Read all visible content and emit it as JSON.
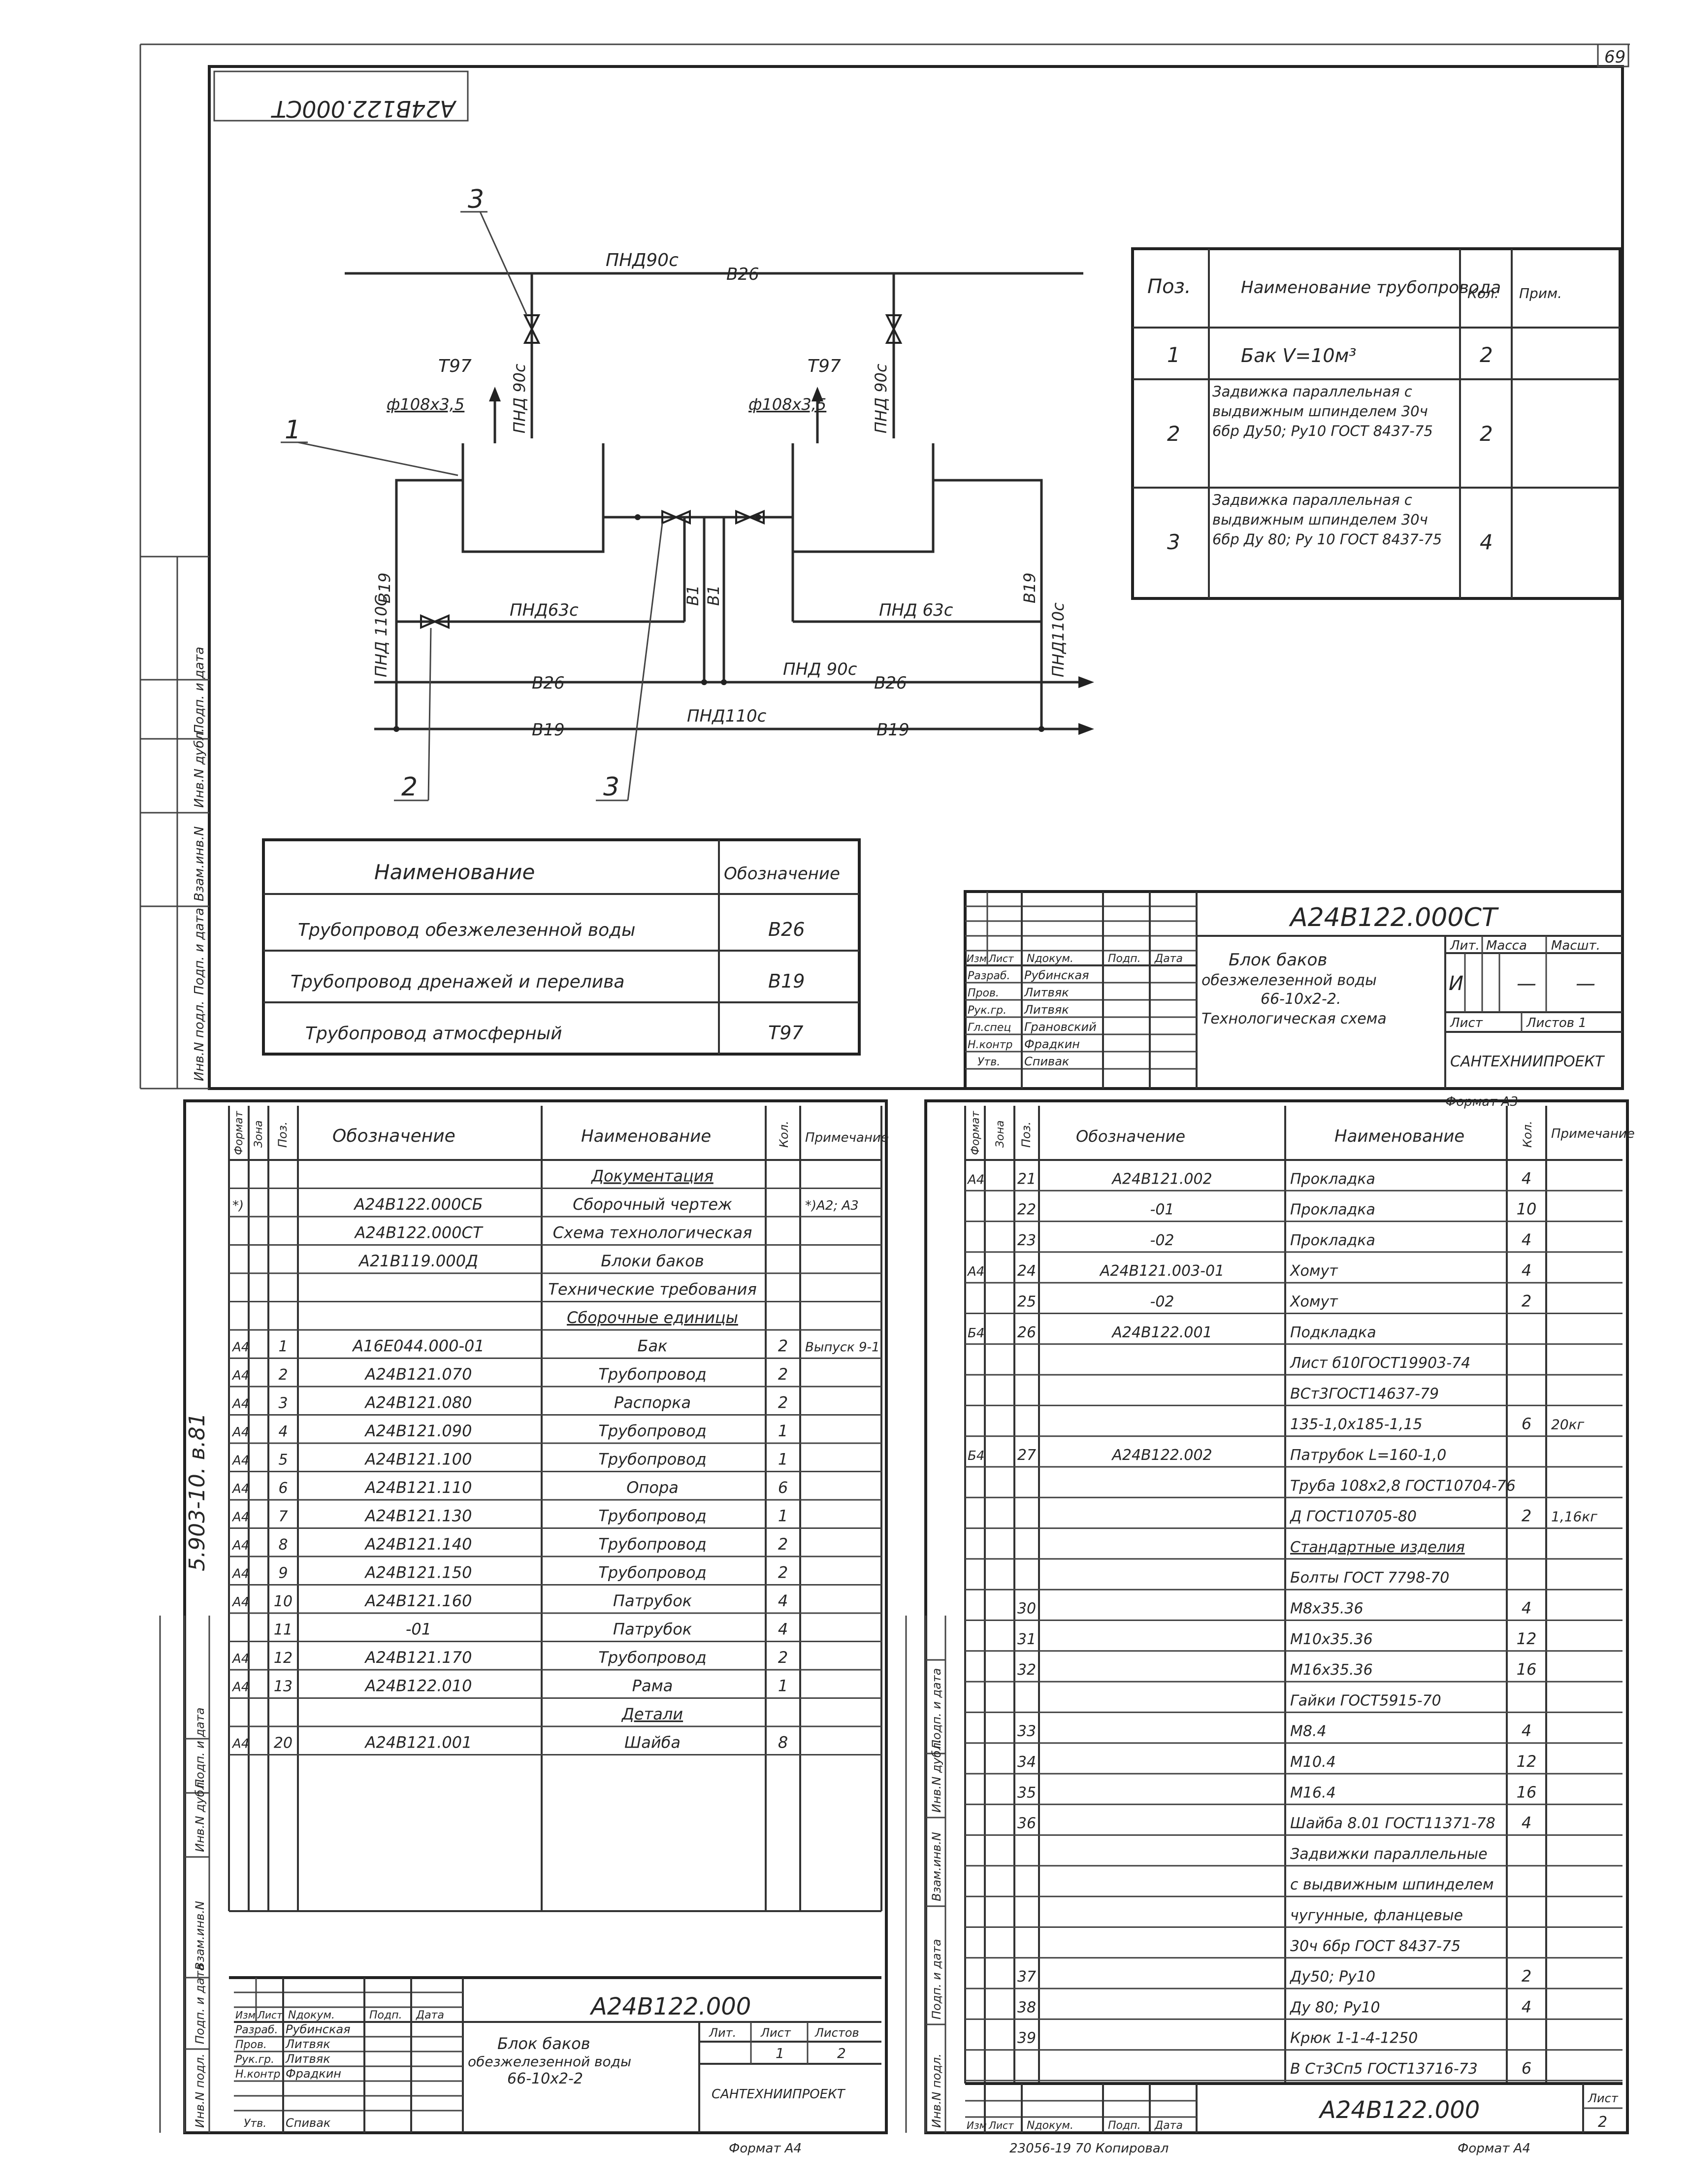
{
  "page_number": "69",
  "stamp_top": "А24В122.000СТ",
  "side_number": "5.903-10.  в.81",
  "side_labels": {
    "top": [
      "Инв.N подл.",
      "Подп. и дата",
      "Взам.инв.N",
      "Инв.N дубл.",
      "Подп. и дата"
    ],
    "bottom_left": [
      "Инв.N подл.",
      "Подп. и дата",
      "Взам.инв.N",
      "Инв.N дубл.",
      "Подп. и дата"
    ],
    "bottom_right": [
      "Инв.N подл.",
      "Подп. и дата",
      "Взам.инв.N",
      "Инв.N дубл.",
      "Подп. и дата"
    ]
  },
  "scheme": {
    "callouts": {
      "c1": "1",
      "c2": "2",
      "c3a": "3",
      "c3b": "3"
    },
    "labels": {
      "top_pipe": "ПНД90с",
      "top_code": "В26",
      "t97_left": "Т97",
      "t97_right": "Т97",
      "dia_left": "ф108х3,5",
      "dia_right": "ф108х3,5",
      "pnd90_left": "ПНД 90с",
      "pnd90_right": "ПНД 90с",
      "b19_left": "В19",
      "b19_right": "В19",
      "pnd110_left": "ПНД 110С",
      "pnd110_right": "ПНД110с",
      "pnd63_left": "ПНД63с",
      "pnd63_right": "ПНД 63с",
      "b1_left": "В1",
      "b1_right": "В1",
      "mid_b26_left": "В26",
      "mid_pnd90": "ПНД 90с",
      "mid_b26_right": "В26",
      "bot_b19_left": "В19",
      "bot_pnd110": "ПНД110с",
      "bot_b19_right": "В19"
    }
  },
  "spec_table": {
    "headers": {
      "pos": "Поз.",
      "name": "Наименование трубопровода",
      "qty": "Кол.",
      "note": "Прим."
    },
    "rows": [
      {
        "pos": "1",
        "name": "Бак V=10м³",
        "qty": "2",
        "note": ""
      },
      {
        "pos": "2",
        "name": "Задвижка параллельная с выдвижным шпинделем 30ч 6бр Ду50; Ру10 ГОСТ 8437-75",
        "qty": "2",
        "note": ""
      },
      {
        "pos": "3",
        "name": "Задвижка параллельная с выдвижным шпинделем 30ч 6бр Ду 80; Ру 10 ГОСТ 8437-75",
        "qty": "4",
        "note": ""
      }
    ]
  },
  "legend_table": {
    "headers": {
      "name": "Наименование",
      "code": "Обозначение"
    },
    "rows": [
      {
        "name": "Трубопровод обезжелезенной воды",
        "code": "В26"
      },
      {
        "name": "Трубопровод дренажей и перелива",
        "code": "В19"
      },
      {
        "name": "Трубопровод атмосферный",
        "code": "Т97"
      }
    ]
  },
  "title_block_top": {
    "doc": "А24В122.000СТ",
    "title_lines": [
      "Блок баков",
      "обезжелезенной воды",
      "66-10х2-2.",
      "Технологическая схема"
    ],
    "col_heads": [
      "Изм",
      "Лист",
      "Nдокум.",
      "Подп.",
      "Дата"
    ],
    "roles": [
      {
        "role": "Разраб.",
        "name": "Рубинская"
      },
      {
        "role": "Пров.",
        "name": "Литвяк"
      },
      {
        "role": "Рук.гр.",
        "name": "Литвяк"
      },
      {
        "role": "Гл.спец",
        "name": "Грановский"
      },
      {
        "role": "Н.контр",
        "name": "Фрадкин"
      },
      {
        "role": "Утв.",
        "name": "Спивак"
      }
    ],
    "lit": "Лит.",
    "massa": "Масса",
    "masshtab": "Масшт.",
    "lit_val": "И",
    "massa_val": "—",
    "masshtab_val": "—",
    "sheet": "Лист",
    "sheets": "Листов 1",
    "org": "САНТЕХНИИПРОЕКТ",
    "format": "Формат А3"
  },
  "left_spec": {
    "headers": {
      "format": "Формат",
      "zone": "Зона",
      "pos": "Поз.",
      "designation": "Обозначение",
      "name": "Наименование",
      "qty": "Кол.",
      "note": "Примечание"
    },
    "rows": [
      {
        "f": "",
        "p": "",
        "d": "",
        "n": "Документация",
        "q": "",
        "r": "",
        "underline": true
      },
      {
        "f": "*)",
        "p": "",
        "d": "А24В122.000СБ",
        "n": "Сборочный чертеж",
        "q": "",
        "r": "*)А2; А3"
      },
      {
        "f": "",
        "p": "",
        "d": "А24В122.000СТ",
        "n": "Схема технологическая",
        "q": "",
        "r": ""
      },
      {
        "f": "",
        "p": "",
        "d": "А21В119.000Д",
        "n": "Блоки баков",
        "q": "",
        "r": ""
      },
      {
        "f": "",
        "p": "",
        "d": "",
        "n": "Технические требования",
        "q": "",
        "r": ""
      },
      {
        "f": "",
        "p": "",
        "d": "",
        "n": "Сборочные единицы",
        "q": "",
        "r": "",
        "underline": true
      },
      {
        "f": "А4",
        "p": "1",
        "d": "А16Е044.000-01",
        "n": "Бак",
        "q": "2",
        "r": "Выпуск 9-1"
      },
      {
        "f": "А4",
        "p": "2",
        "d": "А24В121.070",
        "n": "Трубопровод",
        "q": "2",
        "r": ""
      },
      {
        "f": "А4",
        "p": "3",
        "d": "А24В121.080",
        "n": "Распорка",
        "q": "2",
        "r": ""
      },
      {
        "f": "А4",
        "p": "4",
        "d": "А24В121.090",
        "n": "Трубопровод",
        "q": "1",
        "r": ""
      },
      {
        "f": "А4",
        "p": "5",
        "d": "А24В121.100",
        "n": "Трубопровод",
        "q": "1",
        "r": ""
      },
      {
        "f": "А4",
        "p": "6",
        "d": "А24В121.110",
        "n": "Опора",
        "q": "6",
        "r": ""
      },
      {
        "f": "А4",
        "p": "7",
        "d": "А24В121.130",
        "n": "Трубопровод",
        "q": "1",
        "r": ""
      },
      {
        "f": "А4",
        "p": "8",
        "d": "А24В121.140",
        "n": "Трубопровод",
        "q": "2",
        "r": ""
      },
      {
        "f": "А4",
        "p": "9",
        "d": "А24В121.150",
        "n": "Трубопровод",
        "q": "2",
        "r": ""
      },
      {
        "f": "А4",
        "p": "10",
        "d": "А24В121.160",
        "n": "Патрубок",
        "q": "4",
        "r": ""
      },
      {
        "f": "",
        "p": "11",
        "d": "-01",
        "n": "Патрубок",
        "q": "4",
        "r": ""
      },
      {
        "f": "А4",
        "p": "12",
        "d": "А24В121.170",
        "n": "Трубопровод",
        "q": "2",
        "r": ""
      },
      {
        "f": "А4",
        "p": "13",
        "d": "А24В122.010",
        "n": "Рама",
        "q": "1",
        "r": ""
      },
      {
        "f": "",
        "p": "",
        "d": "",
        "n": "Детали",
        "q": "",
        "r": "",
        "underline": true
      },
      {
        "f": "А4",
        "p": "20",
        "d": "А24В121.001",
        "n": "Шайба",
        "q": "8",
        "r": ""
      }
    ]
  },
  "left_title_block": {
    "doc": "А24В122.000",
    "title_lines": [
      "Блок баков",
      "обезжелезенной воды",
      "66-10х2-2"
    ],
    "col_heads": [
      "Изм",
      "Лист",
      "Nдокум.",
      "Подп.",
      "Дата"
    ],
    "roles": [
      {
        "role": "Разраб.",
        "name": "Рубинская"
      },
      {
        "role": "Пров.",
        "name": "Литвяк"
      },
      {
        "role": "Рук.гр.",
        "name": "Литвяк"
      },
      {
        "role": "Н.контр",
        "name": "Фрадкин"
      },
      {
        "role": "Утв.",
        "name": "Спивак"
      }
    ],
    "lit": "Лит.",
    "list": "Лист",
    "listov": "Листов",
    "list_val": "1",
    "listov_val": "2",
    "org": "САНТЕХНИИПРОЕКТ",
    "format": "Формат А4"
  },
  "right_spec": {
    "headers": {
      "format": "Формат",
      "zone": "Зона",
      "pos": "Поз.",
      "designation": "Обозначение",
      "name": "Наименование",
      "qty": "Кол.",
      "note": "Примечание"
    },
    "rows": [
      {
        "f": "А4",
        "p": "21",
        "d": "А24В121.002",
        "n": "Прокладка",
        "q": "4",
        "r": ""
      },
      {
        "f": "",
        "p": "22",
        "d": "-01",
        "n": "Прокладка",
        "q": "10",
        "r": ""
      },
      {
        "f": "",
        "p": "23",
        "d": "-02",
        "n": "Прокладка",
        "q": "4",
        "r": ""
      },
      {
        "f": "А4",
        "p": "24",
        "d": "А24В121.003-01",
        "n": "Хомут",
        "q": "4",
        "r": ""
      },
      {
        "f": "",
        "p": "25",
        "d": "-02",
        "n": "Хомут",
        "q": "2",
        "r": ""
      },
      {
        "f": "Б4",
        "p": "26",
        "d": "А24В122.001",
        "n": "Подкладка",
        "q": "",
        "r": ""
      },
      {
        "f": "",
        "p": "",
        "d": "",
        "n": "Лист  б10ГОСТ19903-74",
        "q": "",
        "r": ""
      },
      {
        "f": "",
        "p": "",
        "d": "",
        "n": "ВСт3ГОСТ14637-79",
        "q": "",
        "r": ""
      },
      {
        "f": "",
        "p": "",
        "d": "",
        "n": "135-1,0х185-1,15",
        "q": "6",
        "r": "20кг"
      },
      {
        "f": "Б4",
        "p": "27",
        "d": "А24В122.002",
        "n": "Патрубок  L=160-1,0",
        "q": "",
        "r": ""
      },
      {
        "f": "",
        "p": "",
        "d": "",
        "n": "Труба 108х2,8 ГОСТ10704-76",
        "q": "",
        "r": ""
      },
      {
        "f": "",
        "p": "",
        "d": "",
        "n": "Д ГОСТ10705-80",
        "q": "2",
        "r": "1,16кг"
      },
      {
        "f": "",
        "p": "",
        "d": "",
        "n": "Стандартные изделия",
        "q": "",
        "r": "",
        "underline": true
      },
      {
        "f": "",
        "p": "",
        "d": "",
        "n": "Болты ГОСТ 7798-70",
        "q": "",
        "r": ""
      },
      {
        "f": "",
        "p": "30",
        "d": "",
        "n": "М8х35.36",
        "q": "4",
        "r": ""
      },
      {
        "f": "",
        "p": "31",
        "d": "",
        "n": "М10х35.36",
        "q": "12",
        "r": ""
      },
      {
        "f": "",
        "p": "32",
        "d": "",
        "n": "М16х35.36",
        "q": "16",
        "r": ""
      },
      {
        "f": "",
        "p": "",
        "d": "",
        "n": "Гайки ГОСТ5915-70",
        "q": "",
        "r": ""
      },
      {
        "f": "",
        "p": "33",
        "d": "",
        "n": "М8.4",
        "q": "4",
        "r": ""
      },
      {
        "f": "",
        "p": "34",
        "d": "",
        "n": "М10.4",
        "q": "12",
        "r": ""
      },
      {
        "f": "",
        "p": "35",
        "d": "",
        "n": "М16.4",
        "q": "16",
        "r": ""
      },
      {
        "f": "",
        "p": "36",
        "d": "",
        "n": "Шайба 8.01 ГОСТ11371-78",
        "q": "4",
        "r": ""
      },
      {
        "f": "",
        "p": "",
        "d": "",
        "n": "Задвижки параллельные",
        "q": "",
        "r": ""
      },
      {
        "f": "",
        "p": "",
        "d": "",
        "n": "с выдвижным шпинделем",
        "q": "",
        "r": ""
      },
      {
        "f": "",
        "p": "",
        "d": "",
        "n": "чугунные, фланцевые",
        "q": "",
        "r": ""
      },
      {
        "f": "",
        "p": "",
        "d": "",
        "n": "30ч 6бр ГОСТ 8437-75",
        "q": "",
        "r": ""
      },
      {
        "f": "",
        "p": "37",
        "d": "",
        "n": "Ду50; Ру10",
        "q": "2",
        "r": ""
      },
      {
        "f": "",
        "p": "38",
        "d": "",
        "n": "Ду 80; Ру10",
        "q": "4",
        "r": ""
      },
      {
        "f": "",
        "p": "39",
        "d": "",
        "n": "Крюк 1-1-4-1250",
        "q": "",
        "r": ""
      },
      {
        "f": "",
        "p": "",
        "d": "",
        "n": "В Ст3Сп5 ГОСТ13716-73",
        "q": "6",
        "r": ""
      }
    ]
  },
  "right_title_block": {
    "col_heads": [
      "Изм",
      "Лист",
      "Nдокум.",
      "Подп.",
      "Дата"
    ],
    "doc": "А24В122.000",
    "sheet_label": "Лист",
    "sheet_val": "2",
    "footer_copy": "23056-19    70  Копировал",
    "format": "Формат А4"
  }
}
